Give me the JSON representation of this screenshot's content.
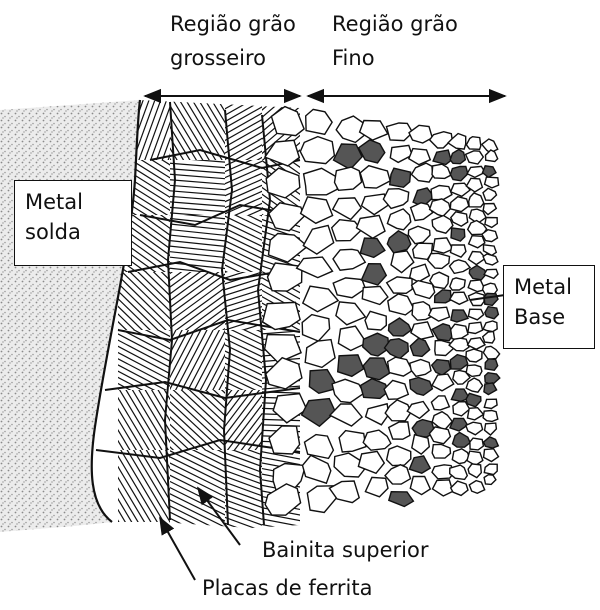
{
  "labels": {
    "coarse_region": [
      "Região grão",
      "grosseiro"
    ],
    "fine_region": [
      "Região grão",
      "Fino"
    ],
    "weld_metal": [
      "Metal",
      "solda"
    ],
    "base_metal": [
      "Metal",
      "Base"
    ],
    "upper_bainite": "Bainita superior",
    "ferrite_plates": "Placas de ferrita"
  },
  "colors": {
    "ink": "#111111",
    "weld_stipple": "#8a8a8a",
    "weld_fill": "#ececec",
    "background": "#ffffff"
  }
}
